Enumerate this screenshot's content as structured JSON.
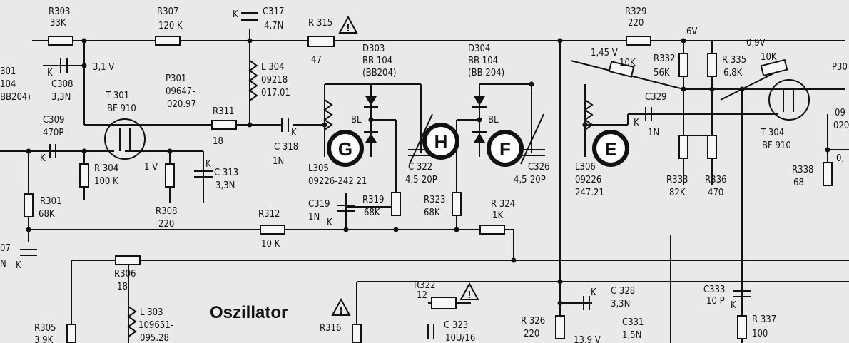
{
  "title": "Oszillator",
  "markers": [
    "G",
    "H",
    "F",
    "E"
  ],
  "warning_symbol": "!",
  "components": {
    "r303": [
      "R303",
      "33K"
    ],
    "r307": [
      "R307",
      "120 K"
    ],
    "c317": [
      "C317",
      "4,7N"
    ],
    "r315": [
      "R 315",
      "47"
    ],
    "d303": [
      "D303",
      "BB 104",
      "(BB204)"
    ],
    "d304": [
      "D304",
      "BB 104",
      "(BB 204)"
    ],
    "r329": [
      "R329",
      "220"
    ],
    "v6": "6V",
    "r335": [
      "R 335",
      "6,8K"
    ],
    "v09": "0,9V",
    "k10": "10K",
    "v145": [
      "1,45 V",
      "10K"
    ],
    "r332": [
      "R332",
      "56K"
    ],
    "r301b": [
      "301",
      "104",
      "BB204)"
    ],
    "v31": "3,1 V",
    "c308": [
      "C308",
      "3,3N"
    ],
    "t301": [
      "T 301",
      "BF 910"
    ],
    "l304": [
      "L 304",
      "09218",
      "017.01"
    ],
    "p301": [
      "P301",
      "09647-",
      "020.97"
    ],
    "r311": [
      "R311",
      "18"
    ],
    "c309": [
      "C309",
      "470P"
    ],
    "c318": [
      "C 318",
      "1N"
    ],
    "c322": [
      "C 322",
      "4,5-20P"
    ],
    "c326": [
      "C326",
      "4,5-20P"
    ],
    "l306": [
      "L306",
      "09226 -",
      "247.21"
    ],
    "c329": [
      "C329",
      "1N"
    ],
    "t304": [
      "T 304",
      "BF 910"
    ],
    "r304": [
      "R 304",
      "100 K"
    ],
    "v1": "1 V",
    "c313": [
      "C 313",
      "3,3N"
    ],
    "l305": [
      "L305",
      "09226-242.21"
    ],
    "r333": [
      "R333",
      "82K"
    ],
    "r336": [
      "R336",
      "470"
    ],
    "r338": [
      "R338",
      "68"
    ],
    "r301": [
      "R301",
      "68K"
    ],
    "r308": [
      "R308",
      "220"
    ],
    "c319": [
      "C319",
      "1N"
    ],
    "r319": [
      "R319",
      "68K"
    ],
    "r323": [
      "R323",
      "68K"
    ],
    "r324": [
      "R 324",
      "1K"
    ],
    "r312": [
      "R312",
      "10 K"
    ],
    "c307": [
      "07",
      "N"
    ],
    "r306": [
      "R306",
      "18"
    ],
    "r322": [
      "R322",
      "12"
    ],
    "c328": [
      "C 328",
      "3,3N"
    ],
    "c333": [
      "C333",
      "10 P"
    ],
    "l303": [
      "L 303",
      "109651-",
      "095.28"
    ],
    "r305": [
      "R305",
      "3,9K"
    ],
    "r316": "R316",
    "c323": [
      "C 323",
      "10U/16"
    ],
    "r326": [
      "R 326",
      "220"
    ],
    "v139": "13,9 V",
    "c331": [
      "C331",
      "1,5N"
    ],
    "r337": [
      "R 337",
      "100"
    ],
    "bl": "BL",
    "k": "K",
    "p30": [
      "P30",
      "09",
      "020",
      "0,"
    ]
  }
}
